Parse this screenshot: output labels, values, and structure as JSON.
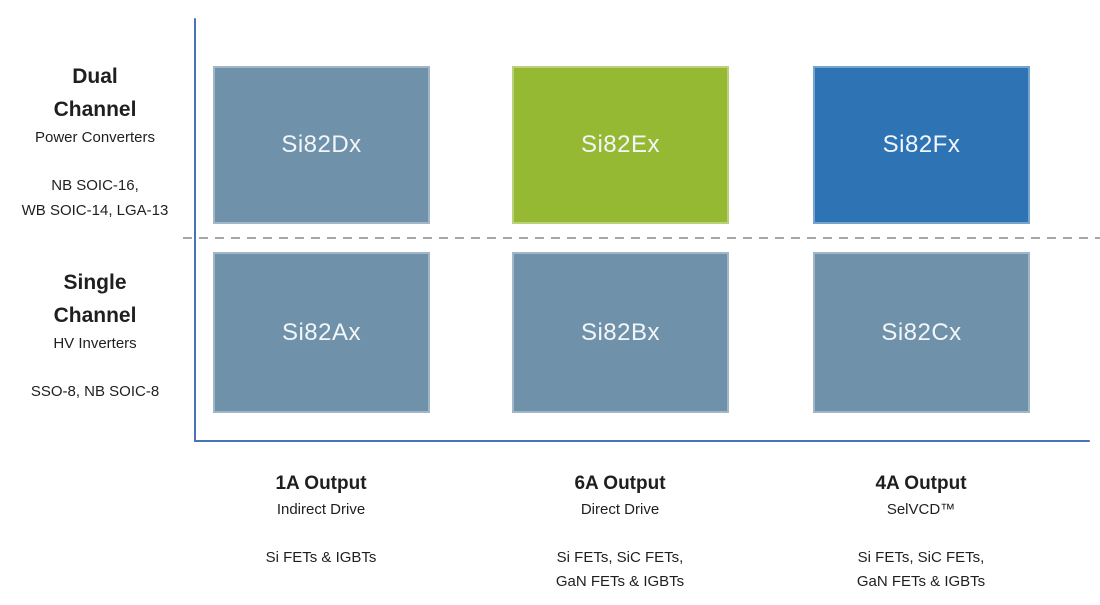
{
  "matrix": {
    "colors": {
      "steel": "#6f91a9",
      "green": "#95b933",
      "blue": "#2e74b5",
      "axis": "#4a72b8",
      "divider": "#a6a6a6"
    },
    "rows": [
      {
        "title": "Dual Channel",
        "subtitle": "Power Converters",
        "packages": "NB SOIC-16,\nWB SOIC-14, LGA-13",
        "cells": [
          {
            "part": "Si82Dx",
            "color": "#6f91a9"
          },
          {
            "part": "Si82Ex",
            "color": "#95b933"
          },
          {
            "part": "Si82Fx",
            "color": "#2e74b5"
          }
        ]
      },
      {
        "title": "Single Channel",
        "subtitle": "HV Inverters",
        "packages": "SSO-8, NB SOIC-8",
        "cells": [
          {
            "part": "Si82Ax",
            "color": "#6f91a9"
          },
          {
            "part": "Si82Bx",
            "color": "#6f91a9"
          },
          {
            "part": "Si82Cx",
            "color": "#6f91a9"
          }
        ]
      }
    ],
    "columns": [
      {
        "title": "1A Output",
        "subtitle": "Indirect Drive",
        "devices": "Si FETs & IGBTs"
      },
      {
        "title": "6A Output",
        "subtitle": "Direct Drive",
        "devices": "Si FETs, SiC FETs,\nGaN FETs & IGBTs"
      },
      {
        "title": "4A Output",
        "subtitle": "SelVCD™",
        "devices": "Si FETs, SiC FETs,\nGaN FETs & IGBTs"
      }
    ]
  }
}
